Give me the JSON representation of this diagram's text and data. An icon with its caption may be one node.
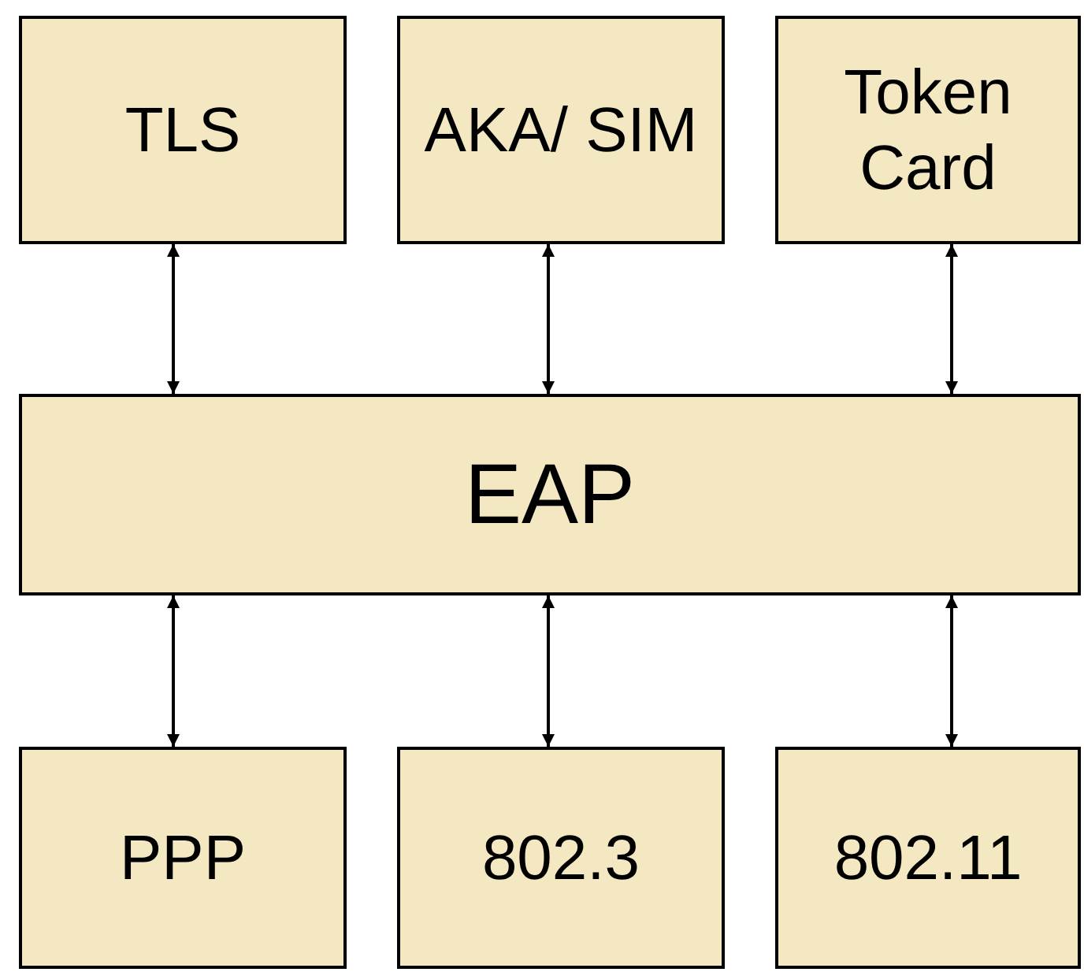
{
  "diagram": {
    "nodes": [
      {
        "text": [
          "TLS"
        ]
      },
      {
        "text": [
          "AKA/ SIM"
        ]
      },
      {
        "text": [
          "Token Card"
        ]
      },
      {
        "text": [
          "EAP"
        ]
      },
      {
        "text": [
          "PPP"
        ]
      },
      {
        "text": [
          "802.3"
        ]
      },
      {
        "text": [
          "802.11"
        ]
      }
    ],
    "edges": [
      {
        "from": 0,
        "to": 3,
        "arrow": "both"
      },
      {
        "from": 1,
        "to": 3,
        "arrow": "both"
      },
      {
        "from": 2,
        "to": 3,
        "arrow": "both"
      },
      {
        "from": 3,
        "to": 4,
        "arrow": "both"
      },
      {
        "from": 3,
        "to": 5,
        "arrow": "both"
      },
      {
        "from": 3,
        "to": 6,
        "arrow": "both"
      }
    ]
  }
}
